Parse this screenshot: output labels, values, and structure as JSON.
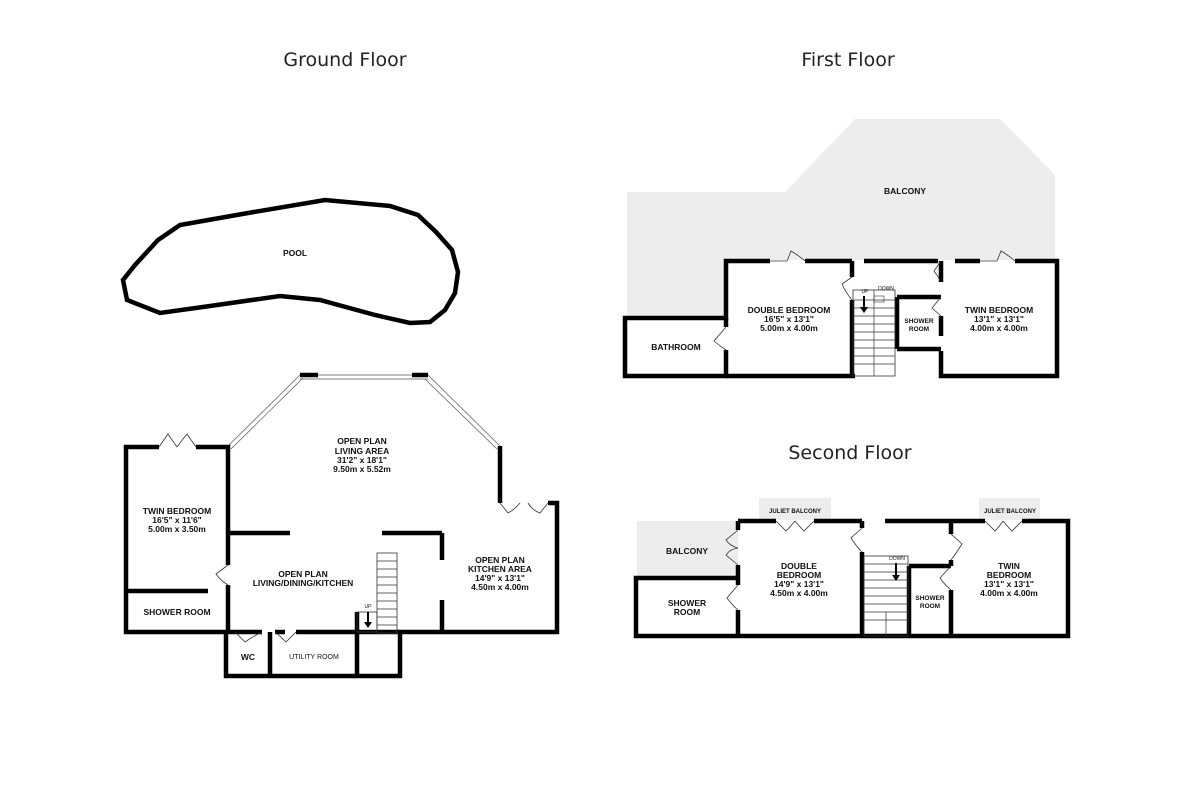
{
  "floors": {
    "ground": {
      "title": "Ground Floor",
      "pool": {
        "name": "POOL"
      },
      "living": {
        "name_line1": "OPEN PLAN",
        "name_line2": "LIVING AREA",
        "imperial": "31'2\"  x 18'1\"",
        "metric": "9.50m  x 5.52m"
      },
      "twin": {
        "name": "TWIN BEDROOM",
        "imperial": "16'5\"  x 11'6\"",
        "metric": "5.00m  x 3.50m"
      },
      "shower": {
        "name": "SHOWER ROOM"
      },
      "ldk": {
        "name_line1": "OPEN PLAN",
        "name_line2": "LIVING/DINING/KITCHEN"
      },
      "kitchen": {
        "name_line1": "OPEN PLAN",
        "name_line2": "KITCHEN AREA",
        "imperial": "14'9\"  x 13'1\"",
        "metric": "4.50m  x 4.00m"
      },
      "wc": {
        "name": "WC"
      },
      "utility": {
        "name": "UTILITY ROOM"
      },
      "stair_up": "UP"
    },
    "first": {
      "title": "First Floor",
      "balcony": {
        "name": "BALCONY"
      },
      "bathroom": {
        "name": "BATHROOM"
      },
      "double": {
        "name": "DOUBLE BEDROOM",
        "imperial": "16'5\"  x 13'1\"",
        "metric": "5.00m  x 4.00m"
      },
      "shower": {
        "name_line1": "SHOWER",
        "name_line2": "ROOM"
      },
      "twin": {
        "name": "TWIN BEDROOM",
        "imperial": "13'1\"  x 13'1\"",
        "metric": "4.00m  x 4.00m"
      },
      "stair_up": "UP",
      "stair_down": "DOWN"
    },
    "second": {
      "title": "Second Floor",
      "balcony": {
        "name": "BALCONY"
      },
      "juliet_left": "JULIET BALCONY",
      "juliet_right": "JULIET BALCONY",
      "shower_left": {
        "name_line1": "SHOWER",
        "name_line2": "ROOM"
      },
      "double": {
        "name_line1": "DOUBLE",
        "name_line2": "BEDROOM",
        "imperial": "14'9\"  x 13'1\"",
        "metric": "4.50m  x 4.00m"
      },
      "shower_right": {
        "name_line1": "SHOWER",
        "name_line2": "ROOM"
      },
      "twin": {
        "name_line1": "TWIN",
        "name_line2": "BEDROOM",
        "imperial": "13'1\"  x 13'1\"",
        "metric": "4.00m  x 4.00m"
      },
      "stair_down": "DOWN"
    }
  }
}
